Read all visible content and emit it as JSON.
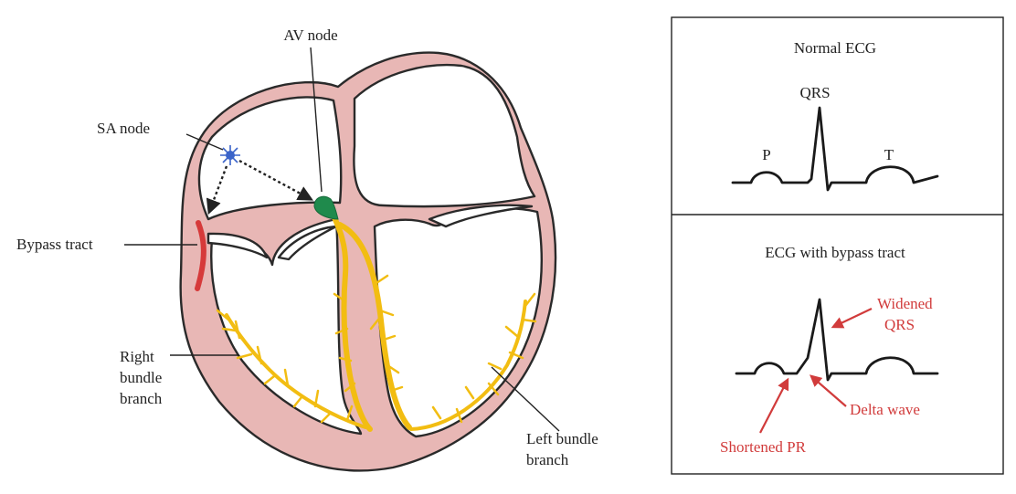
{
  "heart": {
    "labels": {
      "av_node": "AV node",
      "sa_node": "SA node",
      "bypass_tract": "Bypass tract",
      "right_bundle_branch": [
        "Right",
        "bundle",
        "branch"
      ],
      "left_bundle_branch": [
        "Left bundle",
        "branch"
      ]
    }
  },
  "ecg_normal": {
    "title": "Normal ECG",
    "qrs": "QRS",
    "p": "P",
    "t": "T"
  },
  "ecg_bypass": {
    "title": "ECG with bypass tract",
    "widened_qrs": [
      "Widened",
      "QRS"
    ],
    "delta_wave": "Delta wave",
    "shortened_pr": "Shortened PR"
  },
  "colors": {
    "myocardium": "#e8b7b5",
    "conduction_fibers": "#f2bd12",
    "av_node": "#1f8a4c",
    "sa_node": "#3a63c9",
    "bypass_tract": "#d63a3a",
    "annotation_red": "#d13b3b"
  }
}
